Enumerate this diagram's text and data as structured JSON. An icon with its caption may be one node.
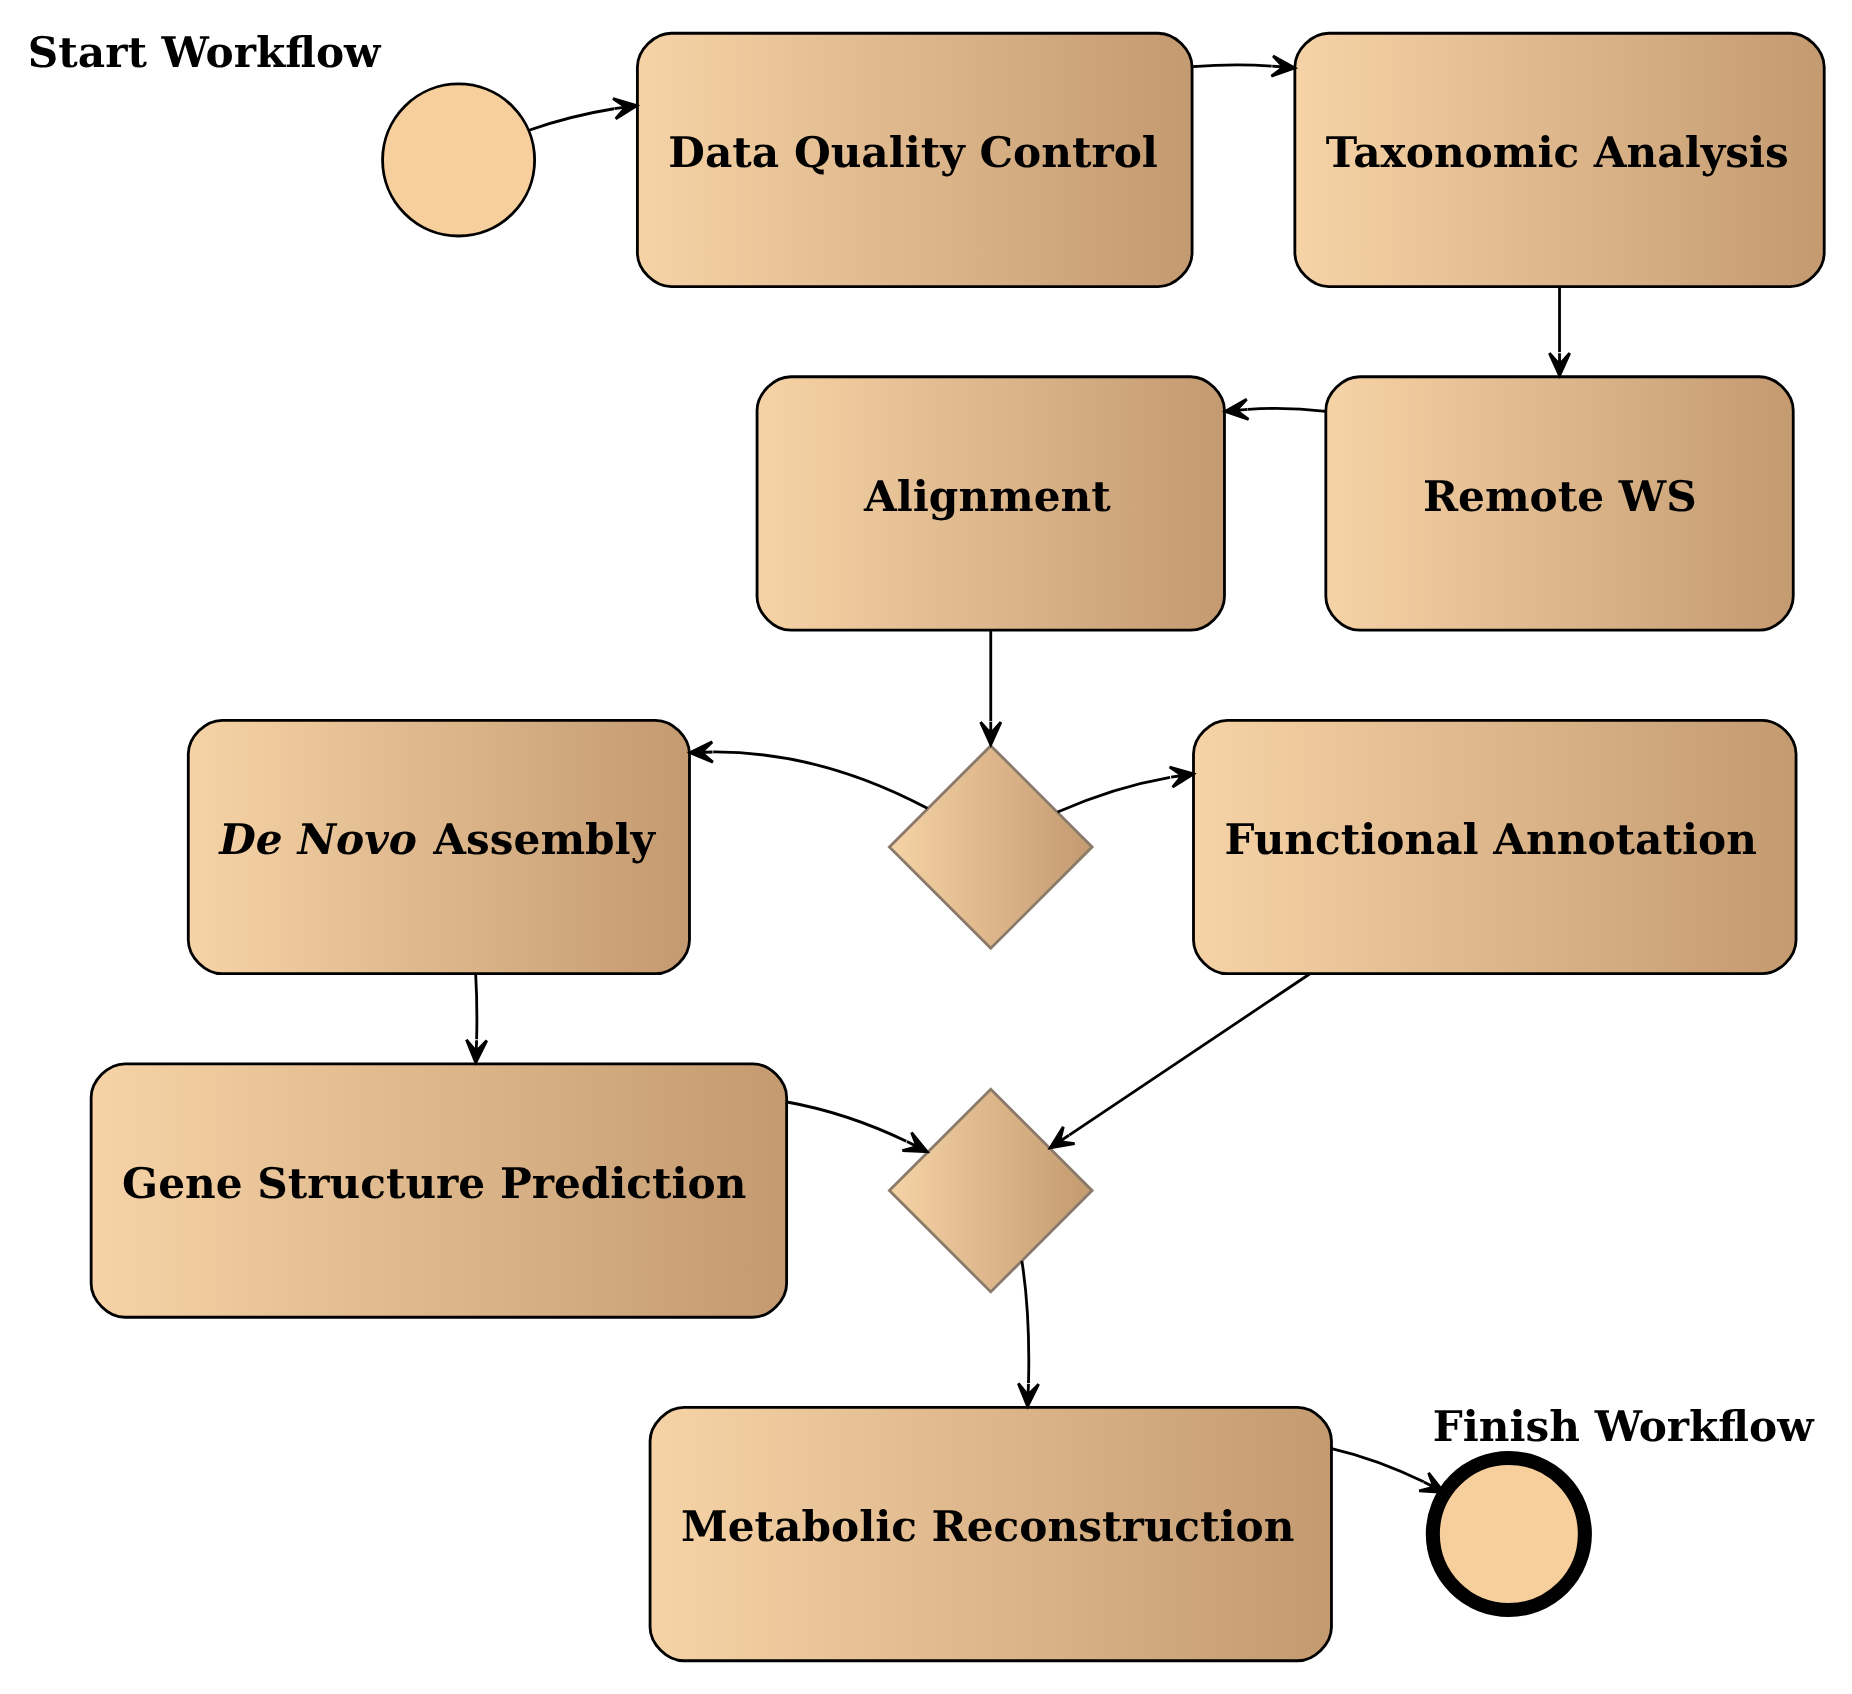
{
  "diagram": {
    "nodes": [
      {
        "text": [],
        "shape": "circle",
        "beside": [
          "Start Workflow"
        ]
      },
      {
        "text": [
          "Data Quality Control"
        ]
      },
      {
        "text": [
          "Taxonomic Analysis"
        ]
      },
      {
        "text": [
          "Alignment"
        ]
      },
      {
        "text": [
          "Remote WS"
        ]
      },
      {
        "text": [
          "*De Novo* Assembly"
        ]
      },
      {
        "text": [],
        "shape": "diamond"
      },
      {
        "text": [
          "Functional Annotation"
        ]
      },
      {
        "text": [
          "Gene Structure Prediction"
        ]
      },
      {
        "text": [],
        "shape": "diamond"
      },
      {
        "text": [
          "Metabolic Reconstruction"
        ]
      },
      {
        "text": [],
        "shape": "circle",
        "beside": [
          "Finish Workflow"
        ]
      }
    ],
    "edges": [
      {
        "from": 0,
        "to": 1,
        "arrow": "to"
      },
      {
        "from": 1,
        "to": 2,
        "arrow": "to"
      },
      {
        "from": 2,
        "to": 4,
        "arrow": "to"
      },
      {
        "from": 4,
        "to": 3,
        "arrow": "to"
      },
      {
        "from": 3,
        "to": 6,
        "arrow": "to"
      },
      {
        "from": 6,
        "to": 5,
        "arrow": "to"
      },
      {
        "from": 6,
        "to": 7,
        "arrow": "to"
      },
      {
        "from": 5,
        "to": 8,
        "arrow": "to"
      },
      {
        "from": 8,
        "to": 9,
        "arrow": "to"
      },
      {
        "from": 7,
        "to": 9,
        "arrow": "to"
      },
      {
        "from": 9,
        "to": 10,
        "arrow": "to"
      },
      {
        "from": 10,
        "to": 11,
        "arrow": "to"
      }
    ]
  }
}
